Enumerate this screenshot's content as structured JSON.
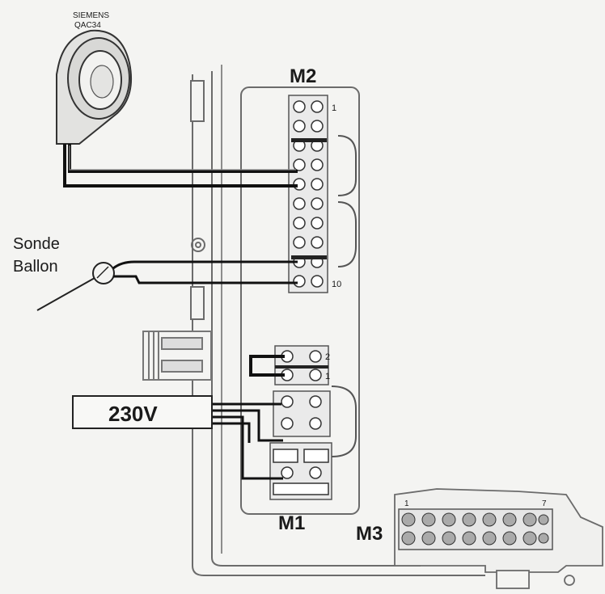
{
  "device": {
    "brand": "SIEMENS",
    "model": "QAC34"
  },
  "sensor_label": {
    "line1": "Sonde",
    "line2": "Ballon"
  },
  "power_label": "230V",
  "terminal_blocks": {
    "m2": {
      "name": "M2",
      "first_pin": "1",
      "last_pin": "10"
    },
    "m1": {
      "name": "M1",
      "pin_top": "2",
      "pin_bottom": "1"
    },
    "m3": {
      "name": "M3",
      "first_pin": "1",
      "last_pin": "7"
    }
  }
}
